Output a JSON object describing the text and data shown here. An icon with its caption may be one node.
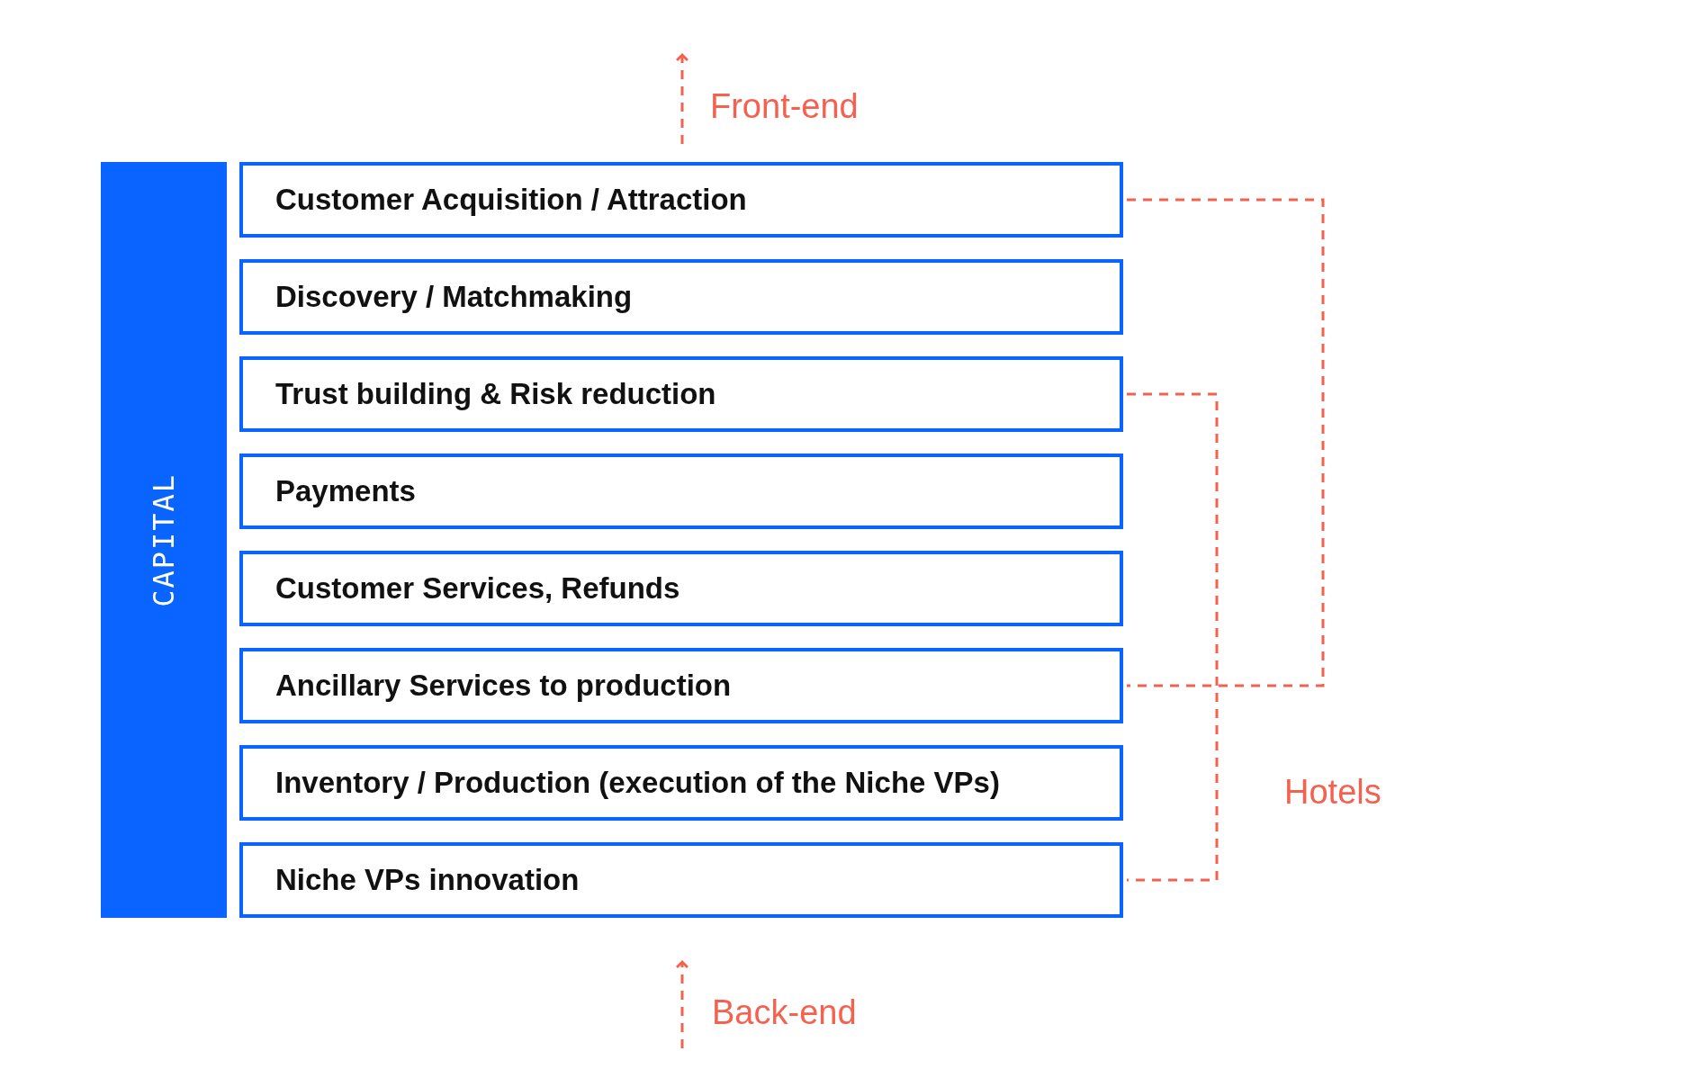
{
  "diagram": {
    "nodes": [
      {
        "text": [
          "CAPITAL"
        ]
      },
      {
        "text": [
          "Customer Acquisition / Attraction"
        ]
      },
      {
        "text": [
          "Discovery / Matchmaking"
        ]
      },
      {
        "text": [
          "Trust building & Risk reduction"
        ]
      },
      {
        "text": [
          "Payments"
        ]
      },
      {
        "text": [
          "Customer Services, Refunds"
        ]
      },
      {
        "text": [
          "Ancillary Services to production"
        ]
      },
      {
        "text": [
          "Inventory / Production (execution of the Niche VPs)"
        ]
      },
      {
        "text": [
          "Niche VPs innovation"
        ]
      }
    ],
    "labels": [
      "Front-end",
      "Hotels",
      "Back-end"
    ]
  }
}
